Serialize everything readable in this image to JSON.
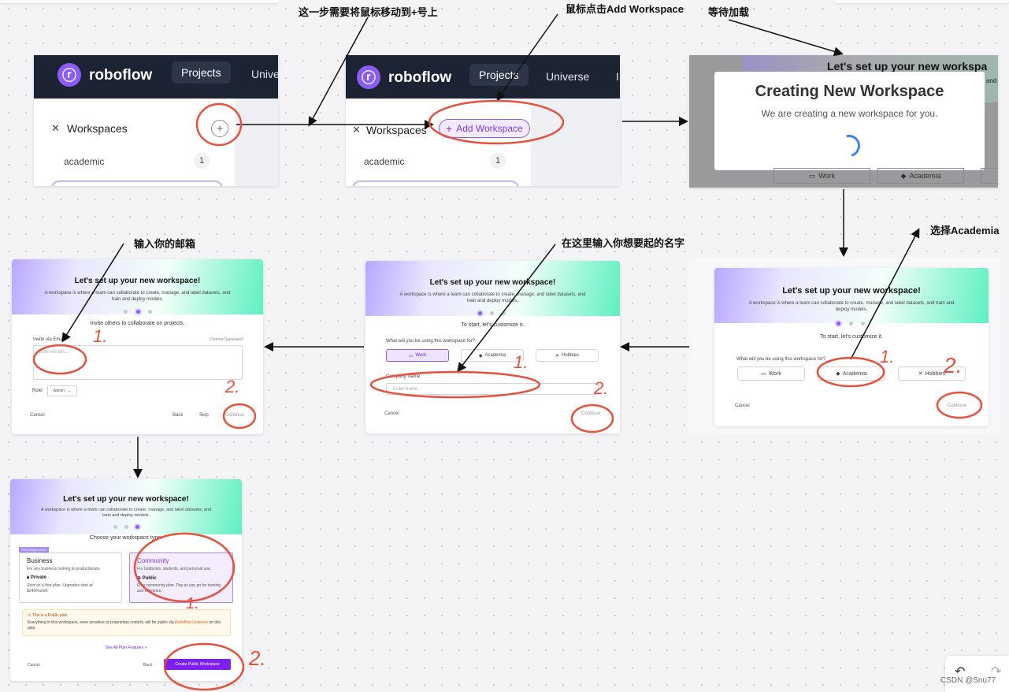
{
  "annotations": {
    "a1": "这一步需要将鼠标移动到+号上",
    "a2": "鼠标点击Add Workspace",
    "a3": "等待加载",
    "a4": "选择Academia",
    "a5": "在这里输入你想要起的名字",
    "a6": "输入你的邮箱"
  },
  "panel1": {
    "brand": "roboflow",
    "tab_projects": "Projects",
    "tab_universe": "Unive",
    "workspaces": "Workspaces",
    "ws_item": "academic",
    "ws_count": "1"
  },
  "panel2": {
    "brand": "roboflow",
    "tab_projects": "Projects",
    "tab_universe": "Universe",
    "workspaces": "Workspaces",
    "add_workspace": "Add Workspace",
    "ws_item": "academic",
    "ws_count": "1"
  },
  "panel3": {
    "bg_title": "Let's set up your new workspa",
    "bg_right": "and",
    "title": "Creating New Workspace",
    "subtitle": "We are creating a new workspace for you.",
    "work": "Work",
    "academia": "Academia"
  },
  "wizard": {
    "title": "Let's set up your new workspace!",
    "desc": "A workspace is where a team can collaborate to create, manage, and label datasets, and train and deploy models.",
    "customize": "To start, let's customize it.",
    "question": "What will you be using this workspace for?",
    "work": "Work",
    "academia": "Academia",
    "hobbies": "Hobbies",
    "cancel": "Cancel",
    "continue": "Continue",
    "company_label": "Company Name:",
    "company_placeholder": "Enter name",
    "invite": "Invite others to collaborate on projects.",
    "invite_label": "Invite via Email:",
    "comma": "Comma Separated",
    "email_placeholder": "Enter emails...",
    "role_label": "Role:",
    "role_value": "Admin",
    "back": "Back",
    "skip": "Skip",
    "choose_type": "Choose your workspace type.",
    "recommended": "RECOMMENDED",
    "business": "Business",
    "business_desc": "For any business looking to productionize.",
    "private": "Private",
    "business_note": "Start on a free plan. Upgrades start at $249/month.",
    "community": "Community",
    "community_desc": "For hobbyists, students, and personal use.",
    "public": "Public",
    "community_note": "Free community plan. Pay as you go for training and inference.",
    "public_plan": "This is a Public plan.",
    "public_plan_desc": "Everything in this workspace, even sensitive or proprietary content, will be public via",
    "public_plan_link": "Roboflow Universe",
    "public_plan_tail": "on this plan.",
    "see_all": "See All Plan Features »",
    "create_public": "Create Public Workspace"
  },
  "marks": {
    "one": "1.",
    "two": "2."
  },
  "watermark": "CSDN @Snu77",
  "colors": {
    "accent": "#8b5cf6",
    "annotation_red": "#e8503d",
    "header": "#1c2333"
  }
}
